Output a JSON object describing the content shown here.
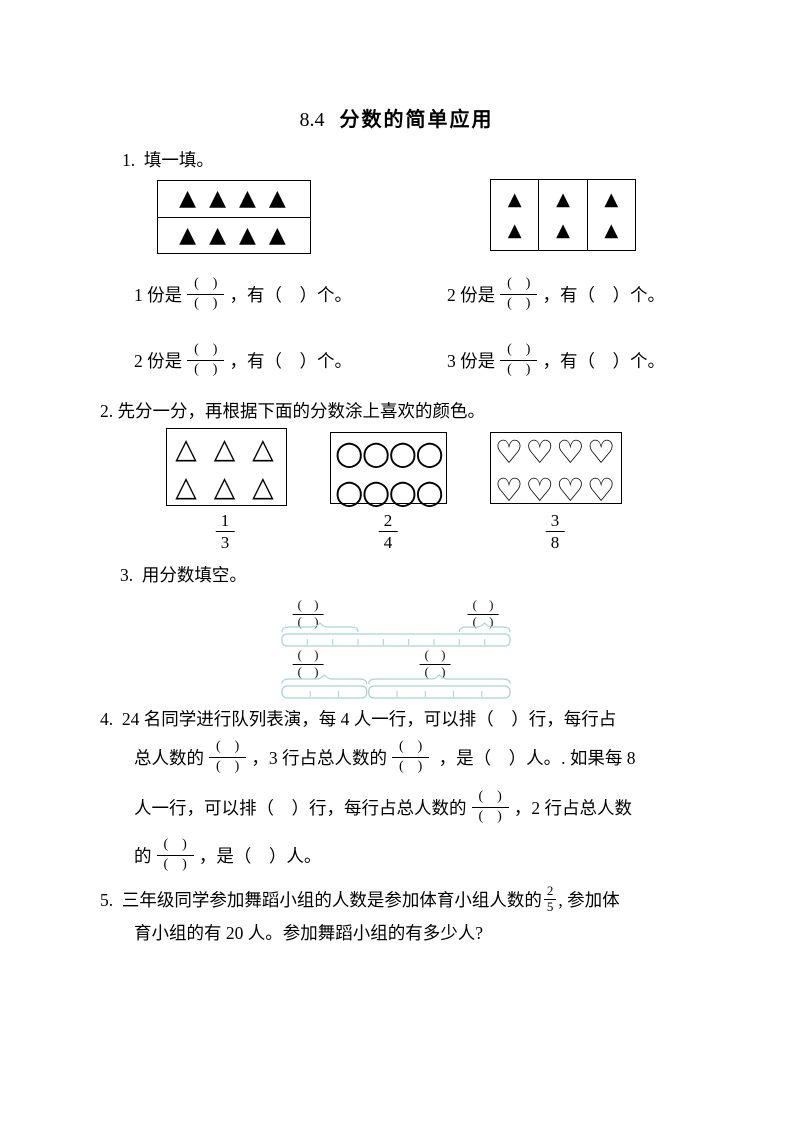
{
  "title": {
    "number": "8.4",
    "text": "分数的简单应用"
  },
  "blank_fraction": {
    "numerator": "(　)",
    "denominator": "(　)"
  },
  "q1": {
    "label": "1.  填一填。",
    "box_left": {
      "rows": [
        "▲ ▲ ▲ ▲",
        "▲ ▲ ▲ ▲"
      ]
    },
    "box_right": {
      "cols": [
        [
          "▲",
          "▲"
        ],
        [
          "▲",
          "▲"
        ],
        [
          "▲",
          "▲"
        ]
      ]
    },
    "items": [
      {
        "prefix": "1 份是",
        "suffix": "，有（　）个。"
      },
      {
        "prefix": "2 份是",
        "suffix": "，有（　）个。"
      },
      {
        "prefix": "2 份是",
        "suffix": "，有（　）个。"
      },
      {
        "prefix": "3 份是",
        "suffix": "，有（　）个。"
      }
    ]
  },
  "q2": {
    "label": "2. 先分一分，再根据下面的分数涂上喜欢的颜色。",
    "boxes": [
      {
        "rows": [
          "△ △ △",
          "△ △ △"
        ],
        "fraction": {
          "num": "1",
          "den": "3"
        }
      },
      {
        "rows": [
          "○○○○",
          "○○○○"
        ],
        "fraction": {
          "num": "2",
          "den": "4"
        }
      },
      {
        "rows": [
          "♡♡♡♡",
          "♡♡♡♡"
        ],
        "fraction": {
          "num": "3",
          "den": "8"
        }
      }
    ]
  },
  "q3": {
    "label": "3.  用分数填空。",
    "stroke_color": "#a6d4da",
    "diagrams": [
      {
        "bars": [
          {
            "segments": 9
          }
        ],
        "braces": [
          {
            "bar": 0,
            "start": 0,
            "span": 3
          },
          {
            "bar": 0,
            "start": 7,
            "span": 2
          }
        ]
      },
      {
        "bars": [
          {
            "segments": 3
          },
          {
            "segments": 5
          }
        ],
        "braces": [
          {
            "bar": 0,
            "start": 0,
            "span": 3
          },
          {
            "bar": 1,
            "start": 0,
            "span": 5
          }
        ]
      }
    ]
  },
  "q4": {
    "line1": "4.  24 名同学进行队列表演，每 4 人一行，可以排（　）行，每行占",
    "line2a": "总人数的",
    "line2b": "，3 行占总人数的",
    "line2c": " ，是（　）人。. 如果每 8",
    "line3a": "人一行，可以排（　）行，每行占总人数的",
    "line3b": "，2 行占总人数",
    "line4a": "的",
    "line4b": "，是（　）人。"
  },
  "q5": {
    "line1a": "5.  三年级同学参加舞蹈小组的人数是参加体育小组人数的",
    "fraction": {
      "num": "2",
      "den": "5"
    },
    "line1b": ", 参加体",
    "line2": "育小组的有 20 人。参加舞蹈小组的有多少人?"
  }
}
